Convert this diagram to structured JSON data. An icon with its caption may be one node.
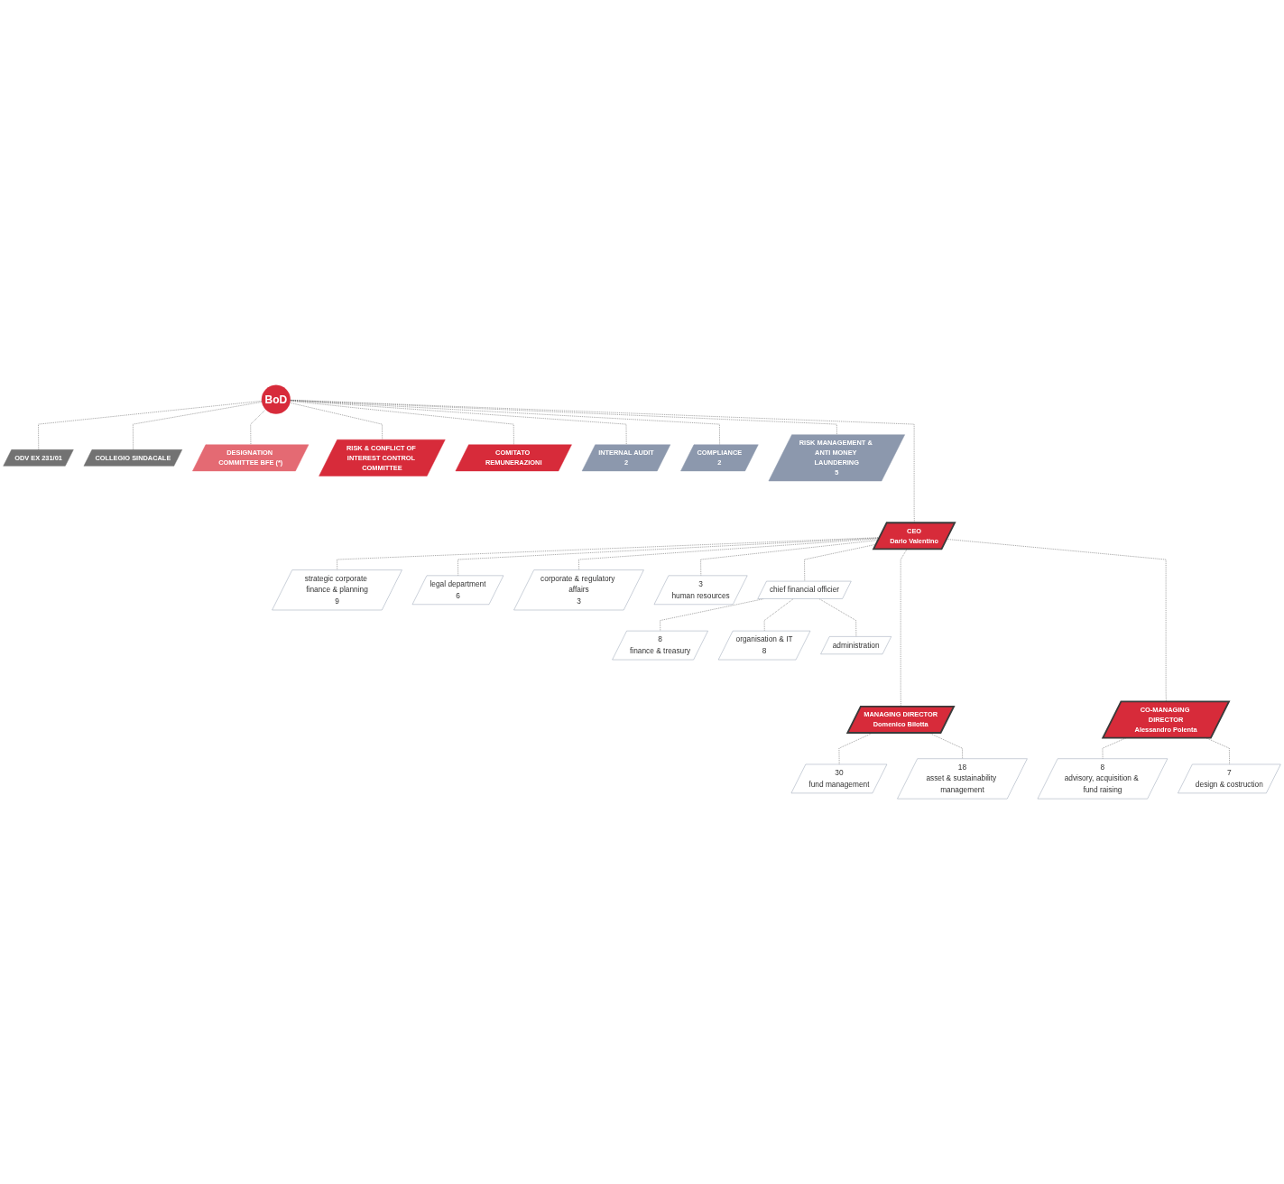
{
  "diagram": {
    "nodes": [
      {
        "text": [
          "ODV EX 231/01"
        ]
      },
      {
        "text": [
          "COLLEGIO SINDACALE"
        ]
      },
      {
        "text": [
          "DESIGNATION COMMITTEE BFE (*)"
        ]
      },
      {
        "text": [
          "RISK & CONFLICT OF INTEREST CONTROL COMMITTEE"
        ]
      },
      {
        "text": [
          "COMITATO REMUNERAZIONI"
        ]
      },
      {
        "text": [
          "BoD"
        ]
      },
      {
        "text": [
          "INTERNAL AUDIT",
          "2"
        ]
      },
      {
        "text": [
          "COMPLIANCE",
          "2"
        ]
      },
      {
        "text": [
          "RISK MANAGEMENT & ANTI MONEY LAUNDERING",
          "5"
        ]
      },
      {
        "text": [
          "CEO",
          "Dario Valentino"
        ]
      },
      {
        "text": [
          "3",
          "human resources"
        ]
      },
      {
        "text": [
          "chief financial officier"
        ]
      },
      {
        "text": [
          "8",
          "finance & treasury"
        ]
      },
      {
        "text": [
          "organisation & IT",
          "8"
        ]
      },
      {
        "text": [
          "administration"
        ]
      },
      {
        "text": [
          "strategic corporate finance & planning",
          "9"
        ]
      },
      {
        "text": [
          "legal department",
          "6"
        ]
      },
      {
        "text": [
          "corporate & regulatory affairs",
          "3"
        ]
      },
      {
        "text": [
          "MANAGING DIRECTOR",
          "Domenico Bilotta"
        ]
      },
      {
        "text": [
          "CO-MANAGING DIRECTOR",
          "Alessandro Polenta"
        ]
      },
      {
        "text": [
          "30",
          "fund management"
        ]
      },
      {
        "text": [
          "18",
          "asset & sustainability management"
        ]
      },
      {
        "text": [
          "8",
          "advisory, acquisition & fund raising"
        ]
      },
      {
        "text": [
          "7",
          "design & costruction"
        ]
      }
    ],
    "edges": [
      {
        "from": 5,
        "to": 0,
        "arrow": "none",
        "style": "dashed"
      },
      {
        "from": 5,
        "to": 1,
        "arrow": "none",
        "style": "dashed"
      },
      {
        "from": 5,
        "to": 2,
        "arrow": "none",
        "style": "dashed"
      },
      {
        "from": 5,
        "to": 3,
        "arrow": "none",
        "style": "dashed"
      },
      {
        "from": 5,
        "to": 4,
        "arrow": "none",
        "style": "dashed"
      },
      {
        "from": 5,
        "to": 6,
        "arrow": "none",
        "style": "dashed"
      },
      {
        "from": 5,
        "to": 7,
        "arrow": "none",
        "style": "dashed"
      },
      {
        "from": 5,
        "to": 8,
        "arrow": "none",
        "style": "dashed"
      },
      {
        "from": 5,
        "to": 9,
        "arrow": "none",
        "style": "dashed"
      },
      {
        "from": 9,
        "to": 10,
        "arrow": "none",
        "style": "dashed"
      },
      {
        "from": 9,
        "to": 11,
        "arrow": "none",
        "style": "dashed"
      },
      {
        "from": 9,
        "to": 15,
        "arrow": "none",
        "style": "dashed"
      },
      {
        "from": 9,
        "to": 16,
        "arrow": "none",
        "style": "dashed"
      },
      {
        "from": 9,
        "to": 17,
        "arrow": "none",
        "style": "dashed"
      },
      {
        "from": 11,
        "to": 12,
        "arrow": "none",
        "style": "dashed"
      },
      {
        "from": 11,
        "to": 13,
        "arrow": "none",
        "style": "dashed"
      },
      {
        "from": 11,
        "to": 14,
        "arrow": "none",
        "style": "dashed"
      },
      {
        "from": 9,
        "to": 18,
        "arrow": "none",
        "style": "dashed"
      },
      {
        "from": 9,
        "to": 19,
        "arrow": "none",
        "style": "dashed"
      },
      {
        "from": 18,
        "to": 20,
        "arrow": "none",
        "style": "dashed"
      },
      {
        "from": 18,
        "to": 21,
        "arrow": "none",
        "style": "dashed"
      },
      {
        "from": 19,
        "to": 22,
        "arrow": "none",
        "style": "dashed"
      },
      {
        "from": 19,
        "to": 23,
        "arrow": "none",
        "style": "dashed"
      }
    ]
  }
}
